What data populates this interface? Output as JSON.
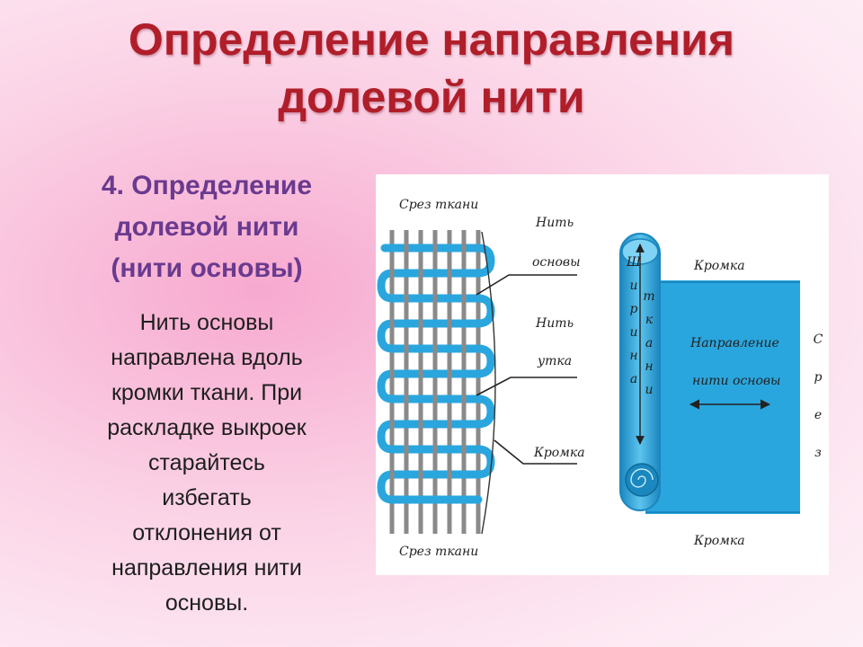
{
  "title": {
    "line1": "Определение направления",
    "line2": "долевой нити"
  },
  "subtitle": {
    "line1": "4. Определение",
    "line2": "долевой нити",
    "line3": "(нити основы)"
  },
  "body": {
    "lines": [
      "Нить основы",
      "направлена вдоль",
      "кромки ткани. При",
      "раскладке выкроек",
      "старайтесь",
      "избегать",
      "отклонения от",
      "направления нити",
      "основы."
    ]
  },
  "figure": {
    "cut_top": "Срез ткани",
    "cut_bottom": "Срез ткани",
    "warp_thread_1": "Нить",
    "warp_thread_2": "основы",
    "weft_thread_1": "Нить",
    "weft_thread_2": "утка",
    "selvage_label": "Кромка",
    "selvage_top": "Кромка",
    "selvage_bottom": "Кромка",
    "direction_1": "Направление",
    "direction_2": "нити основы",
    "width_vertical": "Ширина",
    "fabric_vertical": "ткани",
    "cut_vertical": "Срез",
    "colors": {
      "fabric": "#2aa6de",
      "fabric_dark": "#1b87bf",
      "threads": "#8a8a8a"
    }
  }
}
